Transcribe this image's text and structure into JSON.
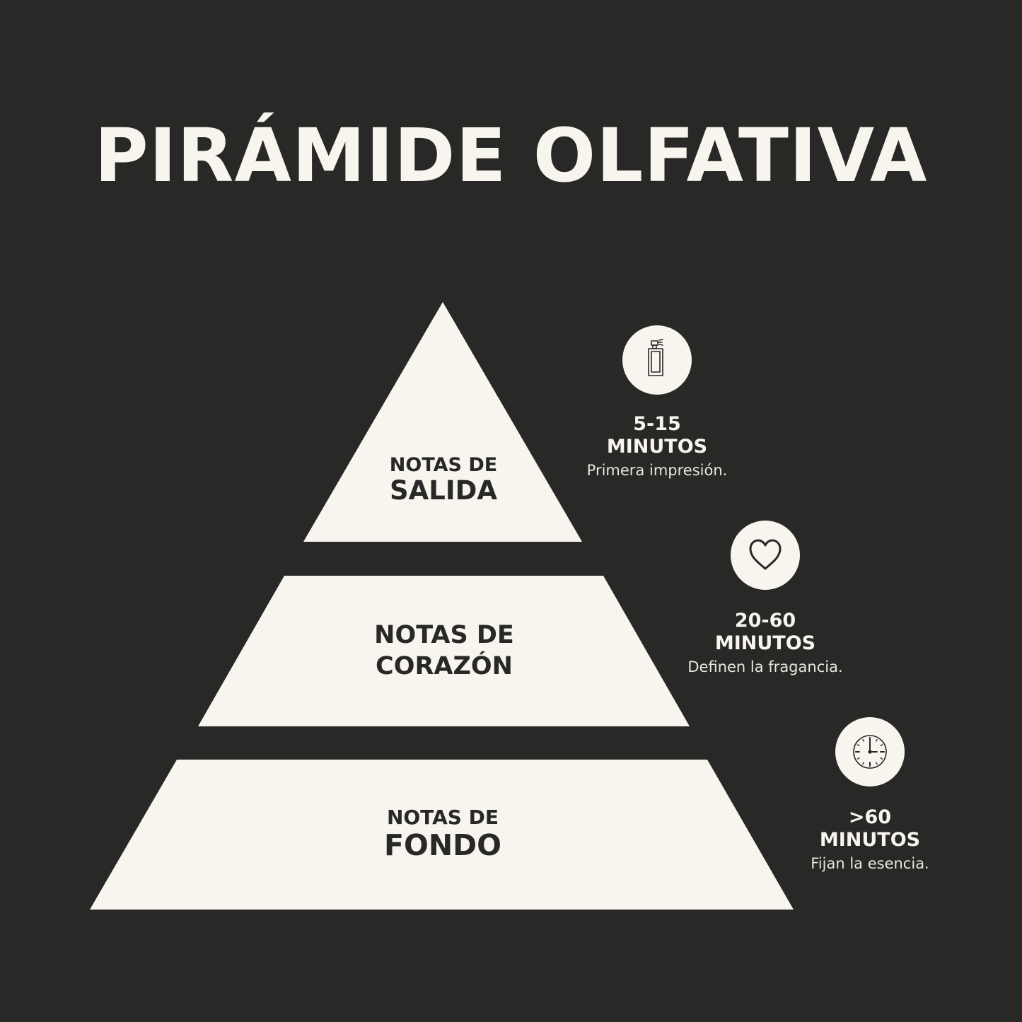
{
  "title": "PIRÁMIDE OLFATIVA",
  "colors": {
    "background": "#282827",
    "foreground": "#f8f5ee",
    "text_dark": "#282827"
  },
  "tiers": [
    {
      "line1": "NOTAS DE",
      "line2": "SALIDA",
      "icon": "perfume-spray-icon",
      "duration": "5-15",
      "unit": "MINUTOS",
      "description": "Primera impresión."
    },
    {
      "line1": "NOTAS DE",
      "line2": "CORAZÓN",
      "icon": "heart-icon",
      "duration": "20-60",
      "unit": "MINUTOS",
      "description": "Definen la fragancia."
    },
    {
      "line1": "NOTAS DE",
      "line2": "FONDO",
      "icon": "clock-icon",
      "duration": ">60",
      "unit": "MINUTOS",
      "description": "Fijan la esencia."
    }
  ]
}
